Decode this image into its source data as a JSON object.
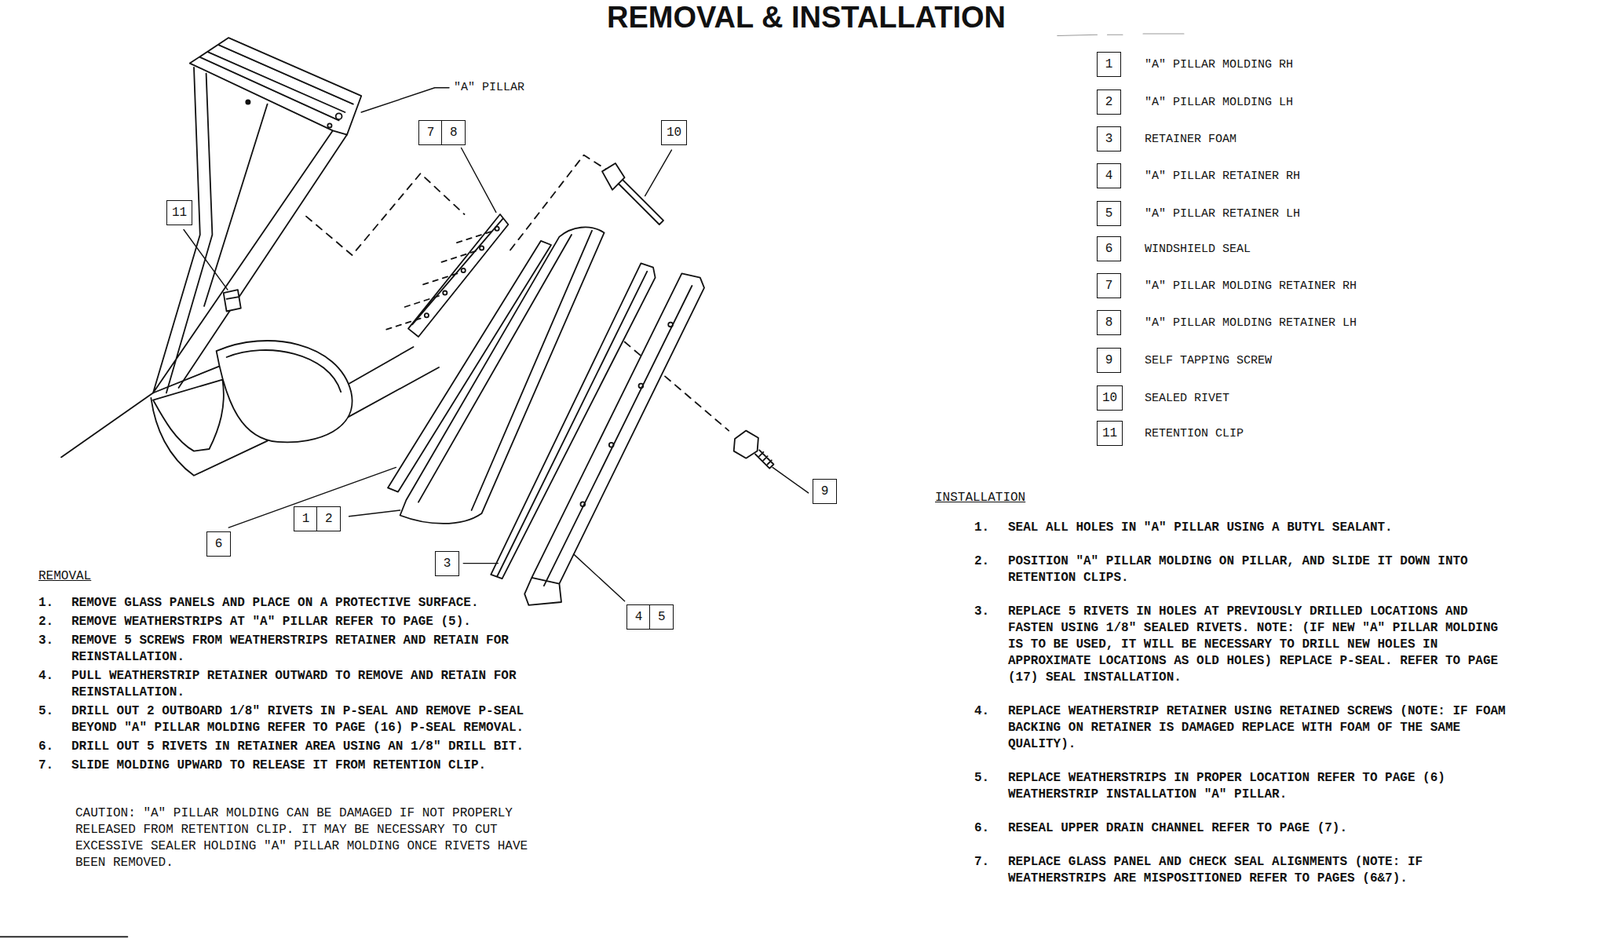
{
  "diagram": {
    "title": "REMOVAL & INSTALLATION",
    "nodes": [
      {
        "text": [
          "7"
        ]
      },
      {
        "text": [
          "8"
        ]
      },
      {
        "text": [
          "10"
        ]
      },
      {
        "text": [
          "11"
        ]
      },
      {
        "text": [
          "9"
        ]
      },
      {
        "text": [
          "1"
        ]
      },
      {
        "text": [
          "2"
        ]
      },
      {
        "text": [
          "6"
        ]
      },
      {
        "text": [
          "3"
        ]
      },
      {
        "text": [
          "4"
        ]
      },
      {
        "text": [
          "5"
        ]
      },
      {
        "text": [
          "1"
        ]
      },
      {
        "text": [
          "2"
        ]
      },
      {
        "text": [
          "3"
        ]
      },
      {
        "text": [
          "4"
        ]
      },
      {
        "text": [
          "5"
        ]
      },
      {
        "text": [
          "6"
        ]
      },
      {
        "text": [
          "7"
        ]
      },
      {
        "text": [
          "8"
        ]
      },
      {
        "text": [
          "9"
        ]
      },
      {
        "text": [
          "10"
        ]
      },
      {
        "text": [
          "11"
        ]
      }
    ],
    "labels": [
      "\"A\" PILLAR",
      "\"A\" PILLAR MOLDING RH",
      "\"A\" PILLAR MOLDING LH",
      "RETAINER FOAM",
      "\"A\" PILLAR RETAINER RH",
      "\"A\" PILLAR RETAINER LH",
      "WINDSHIELD SEAL",
      "\"A\" PILLAR MOLDING RETAINER RH",
      "\"A\" PILLAR MOLDING RETAINER LH",
      "SELF TAPPING SCREW",
      "SEALED RIVET",
      "RETENTION CLIP",
      "REMOVAL",
      "1.",
      "REMOVE GLASS PANELS AND PLACE ON A PROTECTIVE SURFACE.",
      "2.",
      "REMOVE WEATHERSTRIPS AT \"A\" PILLAR REFER TO PAGE (5).",
      "3.",
      "REMOVE 5 SCREWS FROM WEATHERSTRIPS RETAINER AND RETAIN FOR REINSTALLATION.",
      "4.",
      "PULL WEATHERSTRIP RETAINER OUTWARD TO REMOVE AND RETAIN FOR REINSTALLATION.",
      "5.",
      "DRILL OUT 2 OUTBOARD 1/8\" RIVETS IN P-SEAL AND REMOVE P-SEAL BEYOND \"A\" PILLAR MOLDING REFER TO PAGE (16) P-SEAL REMOVAL.",
      "6.",
      "DRILL OUT 5 RIVETS IN RETAINER AREA USING AN 1/8\" DRILL BIT.",
      "7.",
      "SLIDE MOLDING UPWARD TO RELEASE IT FROM RETENTION CLIP.",
      "CAUTION: \"A\" PILLAR MOLDING CAN BE DAMAGED IF NOT PROPERLY RELEASED FROM RETENTION CLIP. IT MAY BE NECESSARY TO CUT EXCESSIVE SEALER HOLDING \"A\" PILLAR MOLDING ONCE RIVETS HAVE BEEN REMOVED.",
      "INSTALLATION",
      "1.",
      "SEAL ALL HOLES IN \"A\" PILLAR USING A BUTYL SEALANT.",
      "2.",
      "POSITION \"A\" PILLAR MOLDING ON PILLAR, AND SLIDE IT DOWN INTO RETENTION CLIPS.",
      "3.",
      "REPLACE 5 RIVETS IN HOLES AT PREVIOUSLY DRILLED LOCATIONS AND FASTEN USING 1/8\" SEALED RIVETS. NOTE: (IF NEW \"A\" PILLAR MOLDING IS TO BE USED, IT WILL BE NECESSARY TO DRILL NEW HOLES IN APPROXIMATE LOCATIONS AS OLD HOLES) REPLACE P-SEAL. REFER TO PAGE (17) SEAL INSTALLATION.",
      "4.",
      "REPLACE WEATHERSTRIP RETAINER USING RETAINED SCREWS (NOTE: IF FOAM BACKING ON RETAINER IS DAMAGED REPLACE WITH FOAM OF THE SAME QUALITY).",
      "5.",
      "REPLACE WEATHERSTRIPS IN PROPER LOCATION REFER TO PAGE (6) WEATHERSTRIP INSTALLATION \"A\" PILLAR.",
      "6.",
      "RESEAL UPPER DRAIN CHANNEL REFER TO PAGE (7).",
      "7.",
      "REPLACE GLASS PANEL AND CHECK SEAL ALIGNMENTS (NOTE: IF WEATHERSTRIPS ARE MISPOSITIONED REFER TO PAGES (6&7)."
    ]
  }
}
